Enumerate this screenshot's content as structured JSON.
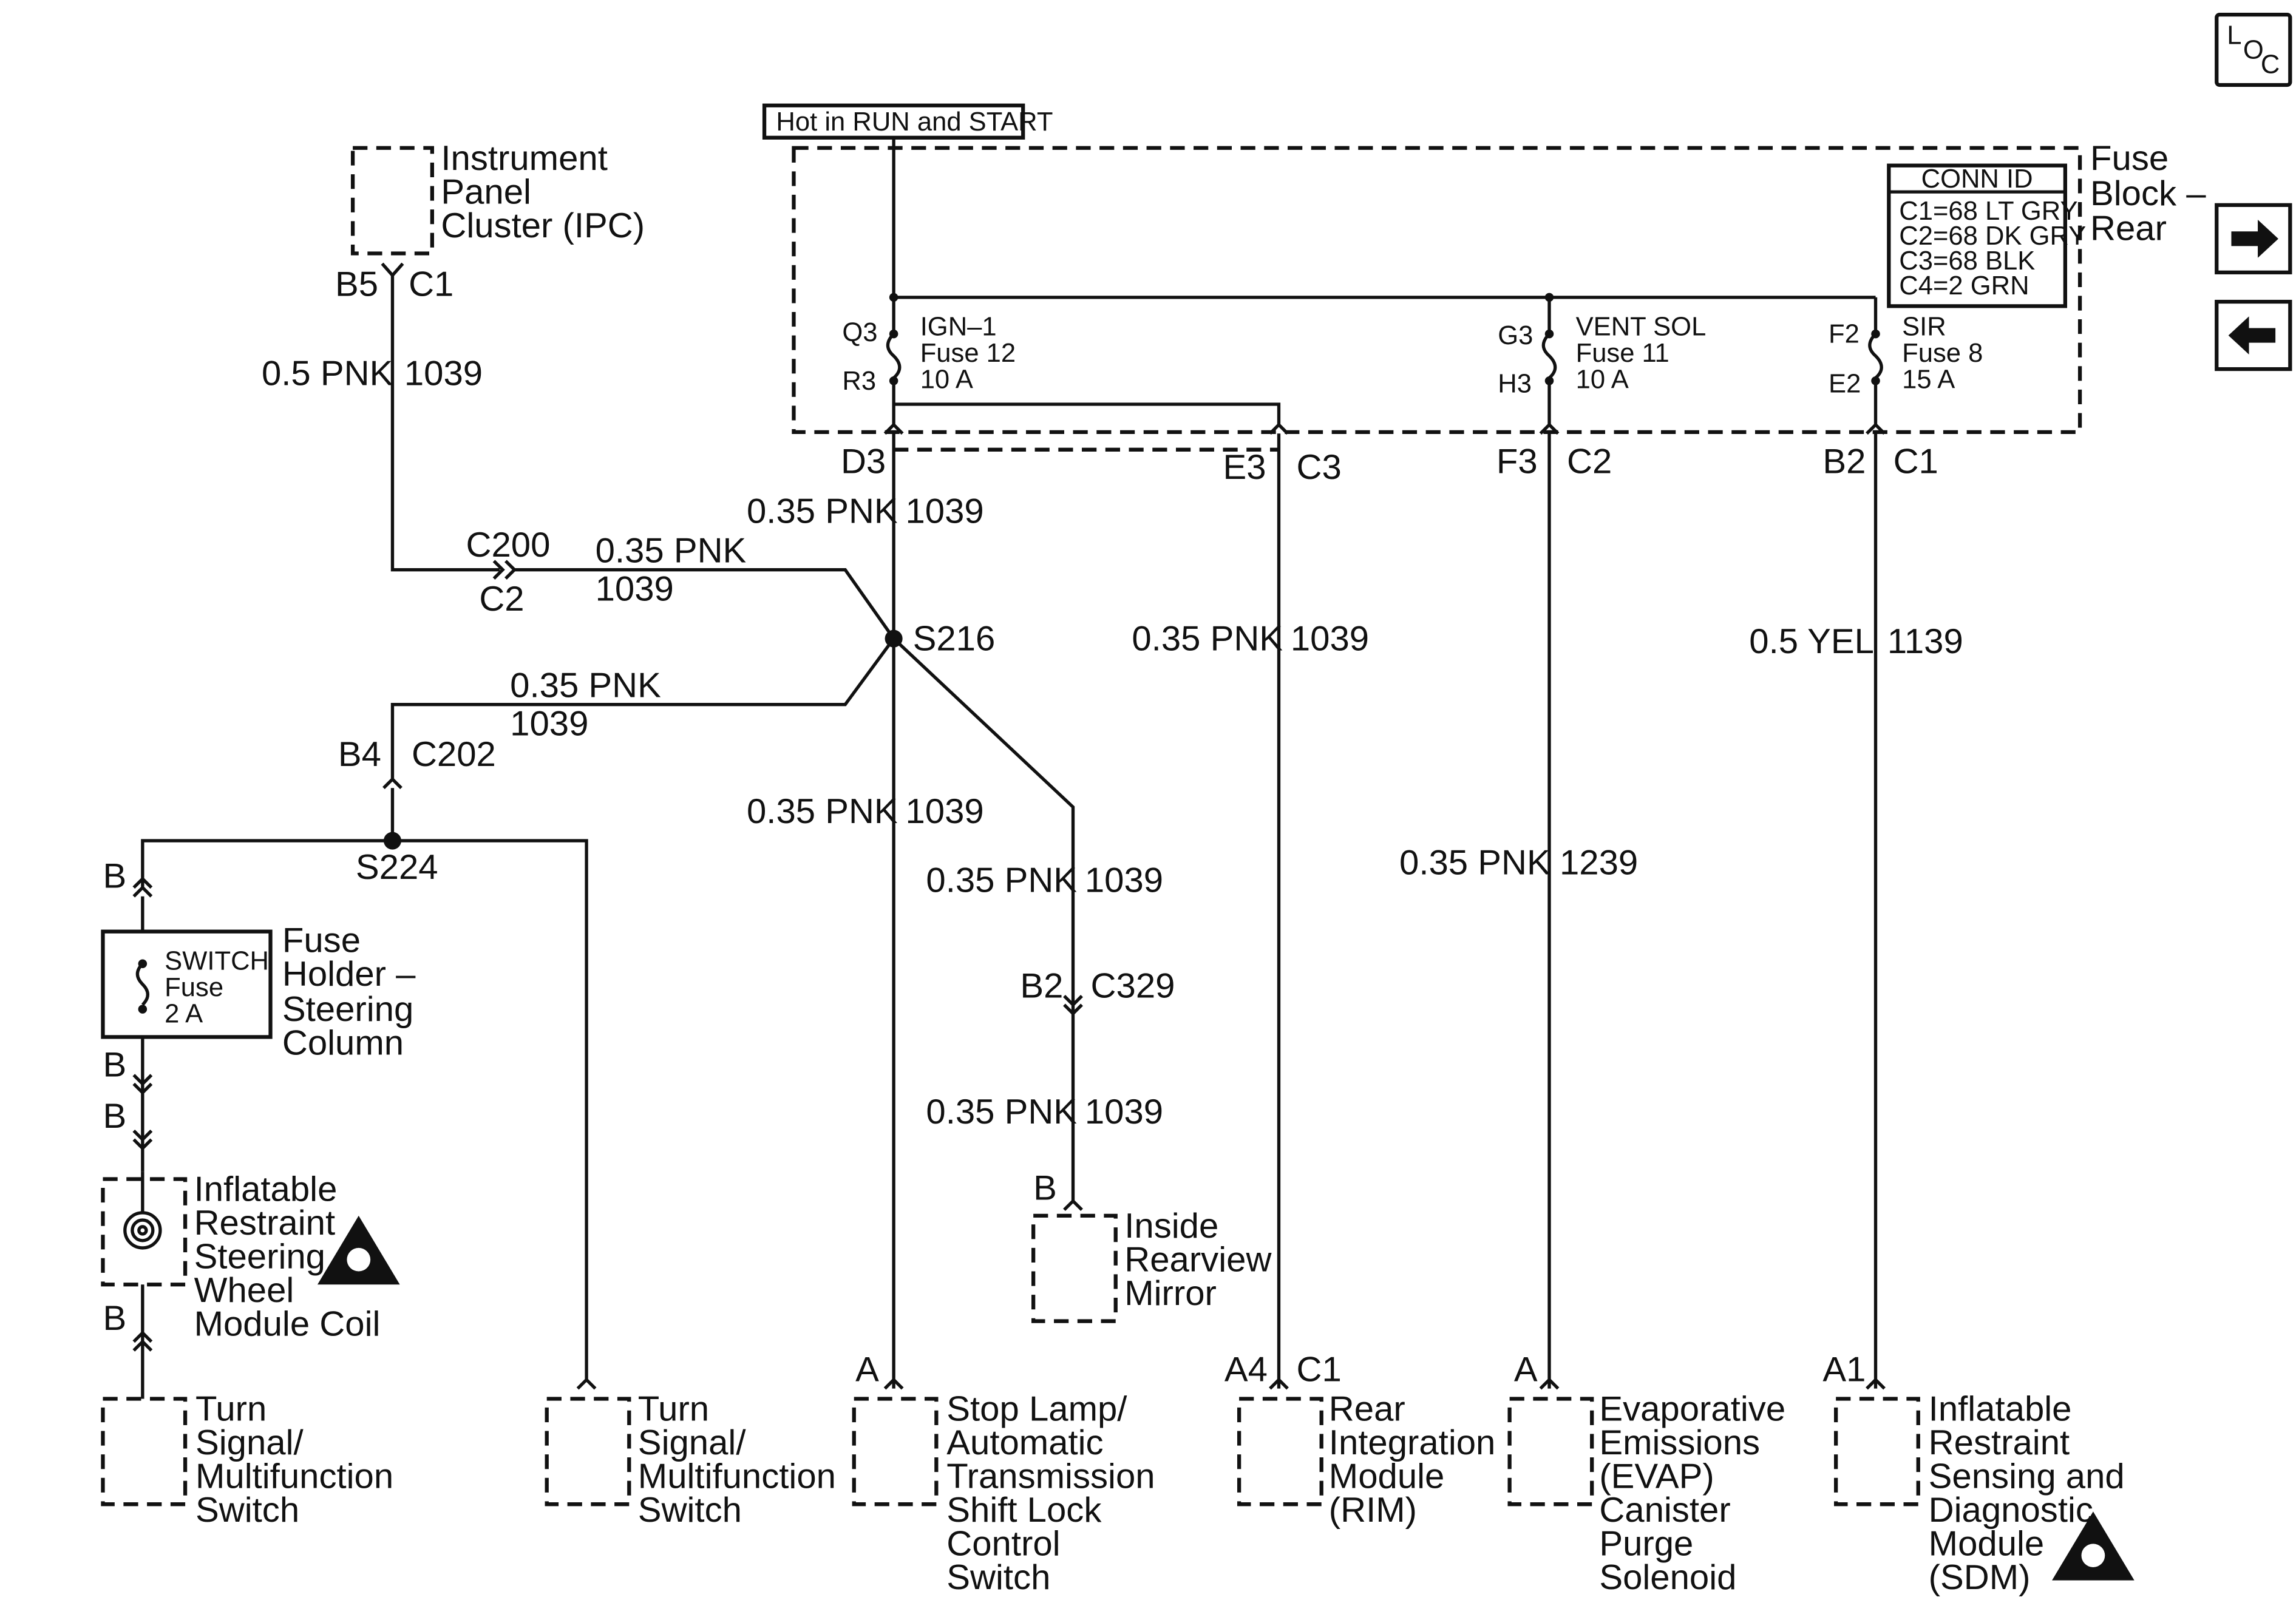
{
  "loc_button": {
    "l": "L",
    "o": "O",
    "c": "C"
  },
  "hot_label": "Hot in RUN and START",
  "fuse_block": {
    "title_lines": [
      "Fuse",
      "Block –",
      "Rear"
    ],
    "conn_id": {
      "header": "CONN ID",
      "rows": [
        "C1=68 LT GRY",
        "C2=68 DK GRY",
        "C3=68 BLK",
        "C4=2 GRN"
      ]
    },
    "fuses": [
      {
        "pin_top": "Q3",
        "pin_bottom": "R3",
        "name": "IGN–1",
        "fuse": "Fuse 12",
        "rating": "10 A"
      },
      {
        "pin_top": "G3",
        "pin_bottom": "H3",
        "name": "VENT SOL",
        "fuse": "Fuse 11",
        "rating": "10 A"
      },
      {
        "pin_top": "F2",
        "pin_bottom": "E2",
        "name": "SIR",
        "fuse": "Fuse 8",
        "rating": "15 A"
      }
    ]
  },
  "connectors": {
    "ipc_pin": "B5",
    "ipc_conn": "C1",
    "d3": "D3",
    "e3": "E3",
    "c3": "C3",
    "f3": "F3",
    "c2": "C2",
    "b2": "B2",
    "c1": "C1",
    "c200": "C200",
    "c200_sub": "C2",
    "b4": "B4",
    "c202": "C202",
    "s216": "S216",
    "s224": "S224",
    "b2_c329": "B2",
    "c329": "C329",
    "b_mirror": "B",
    "b_top": "B",
    "b_mid1": "B",
    "b_mid2": "B",
    "b_bottom": "B",
    "a_stop": "A",
    "a4": "A4",
    "c1_rim": "C1",
    "a_evap": "A",
    "a1": "A1"
  },
  "wires": {
    "ipc": {
      "gauge": "0.5 PNK",
      "circuit": "1039"
    },
    "c200": {
      "gauge": "0.35 PNK",
      "circuit": "1039"
    },
    "d3": {
      "gauge": "0.35 PNK",
      "circuit": "1039"
    },
    "c202": {
      "gauge": "0.35 PNK",
      "circuit": "1039"
    },
    "stop": {
      "gauge": "0.35 PNK",
      "circuit": "1039"
    },
    "mirror1": {
      "gauge": "0.35 PNK",
      "circuit": "1039"
    },
    "mirror2": {
      "gauge": "0.35 PNK",
      "circuit": "1039"
    },
    "rim": {
      "gauge": "0.35 PNK",
      "circuit": "1039"
    },
    "evap": {
      "gauge": "0.35 PNK",
      "circuit": "1239"
    },
    "sdm": {
      "gauge": "0.5 YEL",
      "circuit": "1139"
    }
  },
  "steering_fuse": {
    "lines": [
      "SWITCH",
      "Fuse",
      "2 A"
    ],
    "label_lines": [
      "Fuse",
      "Holder –",
      "Steering",
      "Column"
    ]
  },
  "components": {
    "ipc": [
      "Instrument",
      "Panel",
      "Cluster (IPC)"
    ],
    "coil": [
      "Inflatable",
      "Restraint",
      "Steering",
      "Wheel",
      "Module Coil"
    ],
    "turn1": [
      "Turn",
      "Signal/",
      "Multifunction",
      "Switch"
    ],
    "turn2": [
      "Turn",
      "Signal/",
      "Multifunction",
      "Switch"
    ],
    "stop": [
      "Stop Lamp/",
      "Automatic",
      "Transmission",
      "Shift Lock",
      "Control",
      "Switch"
    ],
    "mirror": [
      "Inside",
      "Rearview",
      "Mirror"
    ],
    "rim": [
      "Rear",
      "Integration",
      "Module",
      "(RIM)"
    ],
    "evap": [
      "Evaporative",
      "Emissions",
      "(EVAP)",
      "Canister",
      "Purge",
      "Solenoid"
    ],
    "sdm": [
      "Inflatable",
      "Restraint",
      "Sensing and",
      "Diagnostic",
      "Module",
      "(SDM)"
    ]
  },
  "icons": {
    "next": "arrow-right-icon",
    "prev": "arrow-left-icon",
    "airbag": "airbag-warning-icon"
  }
}
